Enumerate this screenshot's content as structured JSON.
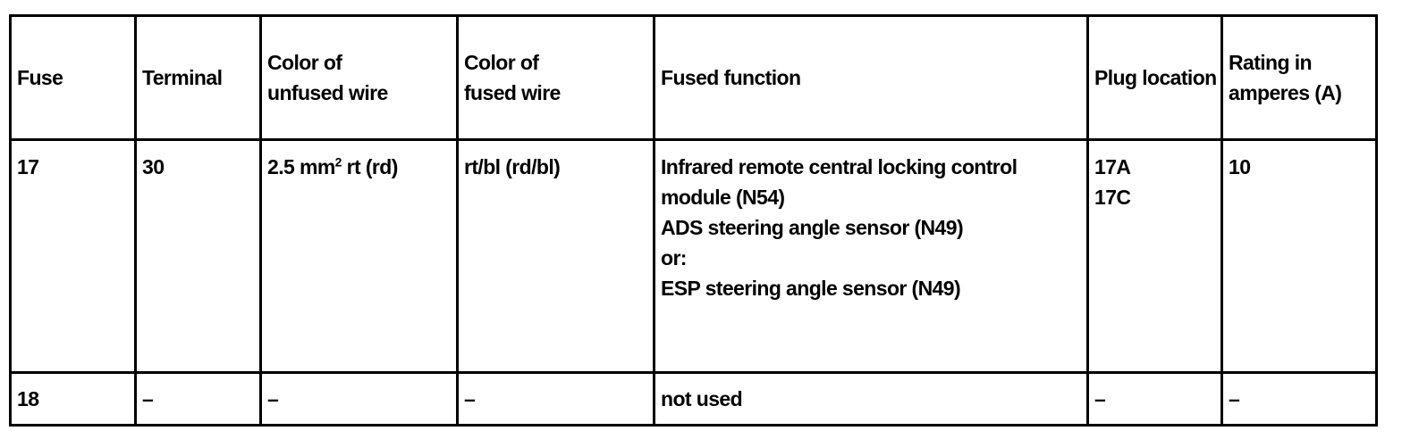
{
  "table": {
    "headers": [
      [
        "Fuse"
      ],
      [
        "Terminal"
      ],
      [
        "Color of",
        "unfused wire"
      ],
      [
        "Color of",
        "fused wire"
      ],
      [
        "Fused function"
      ],
      [
        "Plug location"
      ],
      [
        "Rating in",
        "amperes (A)"
      ]
    ],
    "rows": [
      {
        "fuse": "17",
        "terminal": "30",
        "unfused_wire_value": "2.5 mm",
        "unfused_wire_superscript": "2",
        "unfused_wire_suffix": " rt (rd)",
        "fused_wire": "rt/bl (rd/bl)",
        "fused_function": [
          "Infrared remote central locking control module (N54)",
          "ADS steering angle sensor (N49)",
          "or:",
          "ESP steering angle sensor (N49)"
        ],
        "plug_location": [
          "17A",
          "17C"
        ],
        "rating": "10"
      },
      {
        "fuse": "18",
        "terminal": "–",
        "unfused_wire": "–",
        "fused_wire": "–",
        "fused_function": [
          "not used"
        ],
        "plug_location": [
          "–"
        ],
        "rating": "–"
      }
    ]
  }
}
